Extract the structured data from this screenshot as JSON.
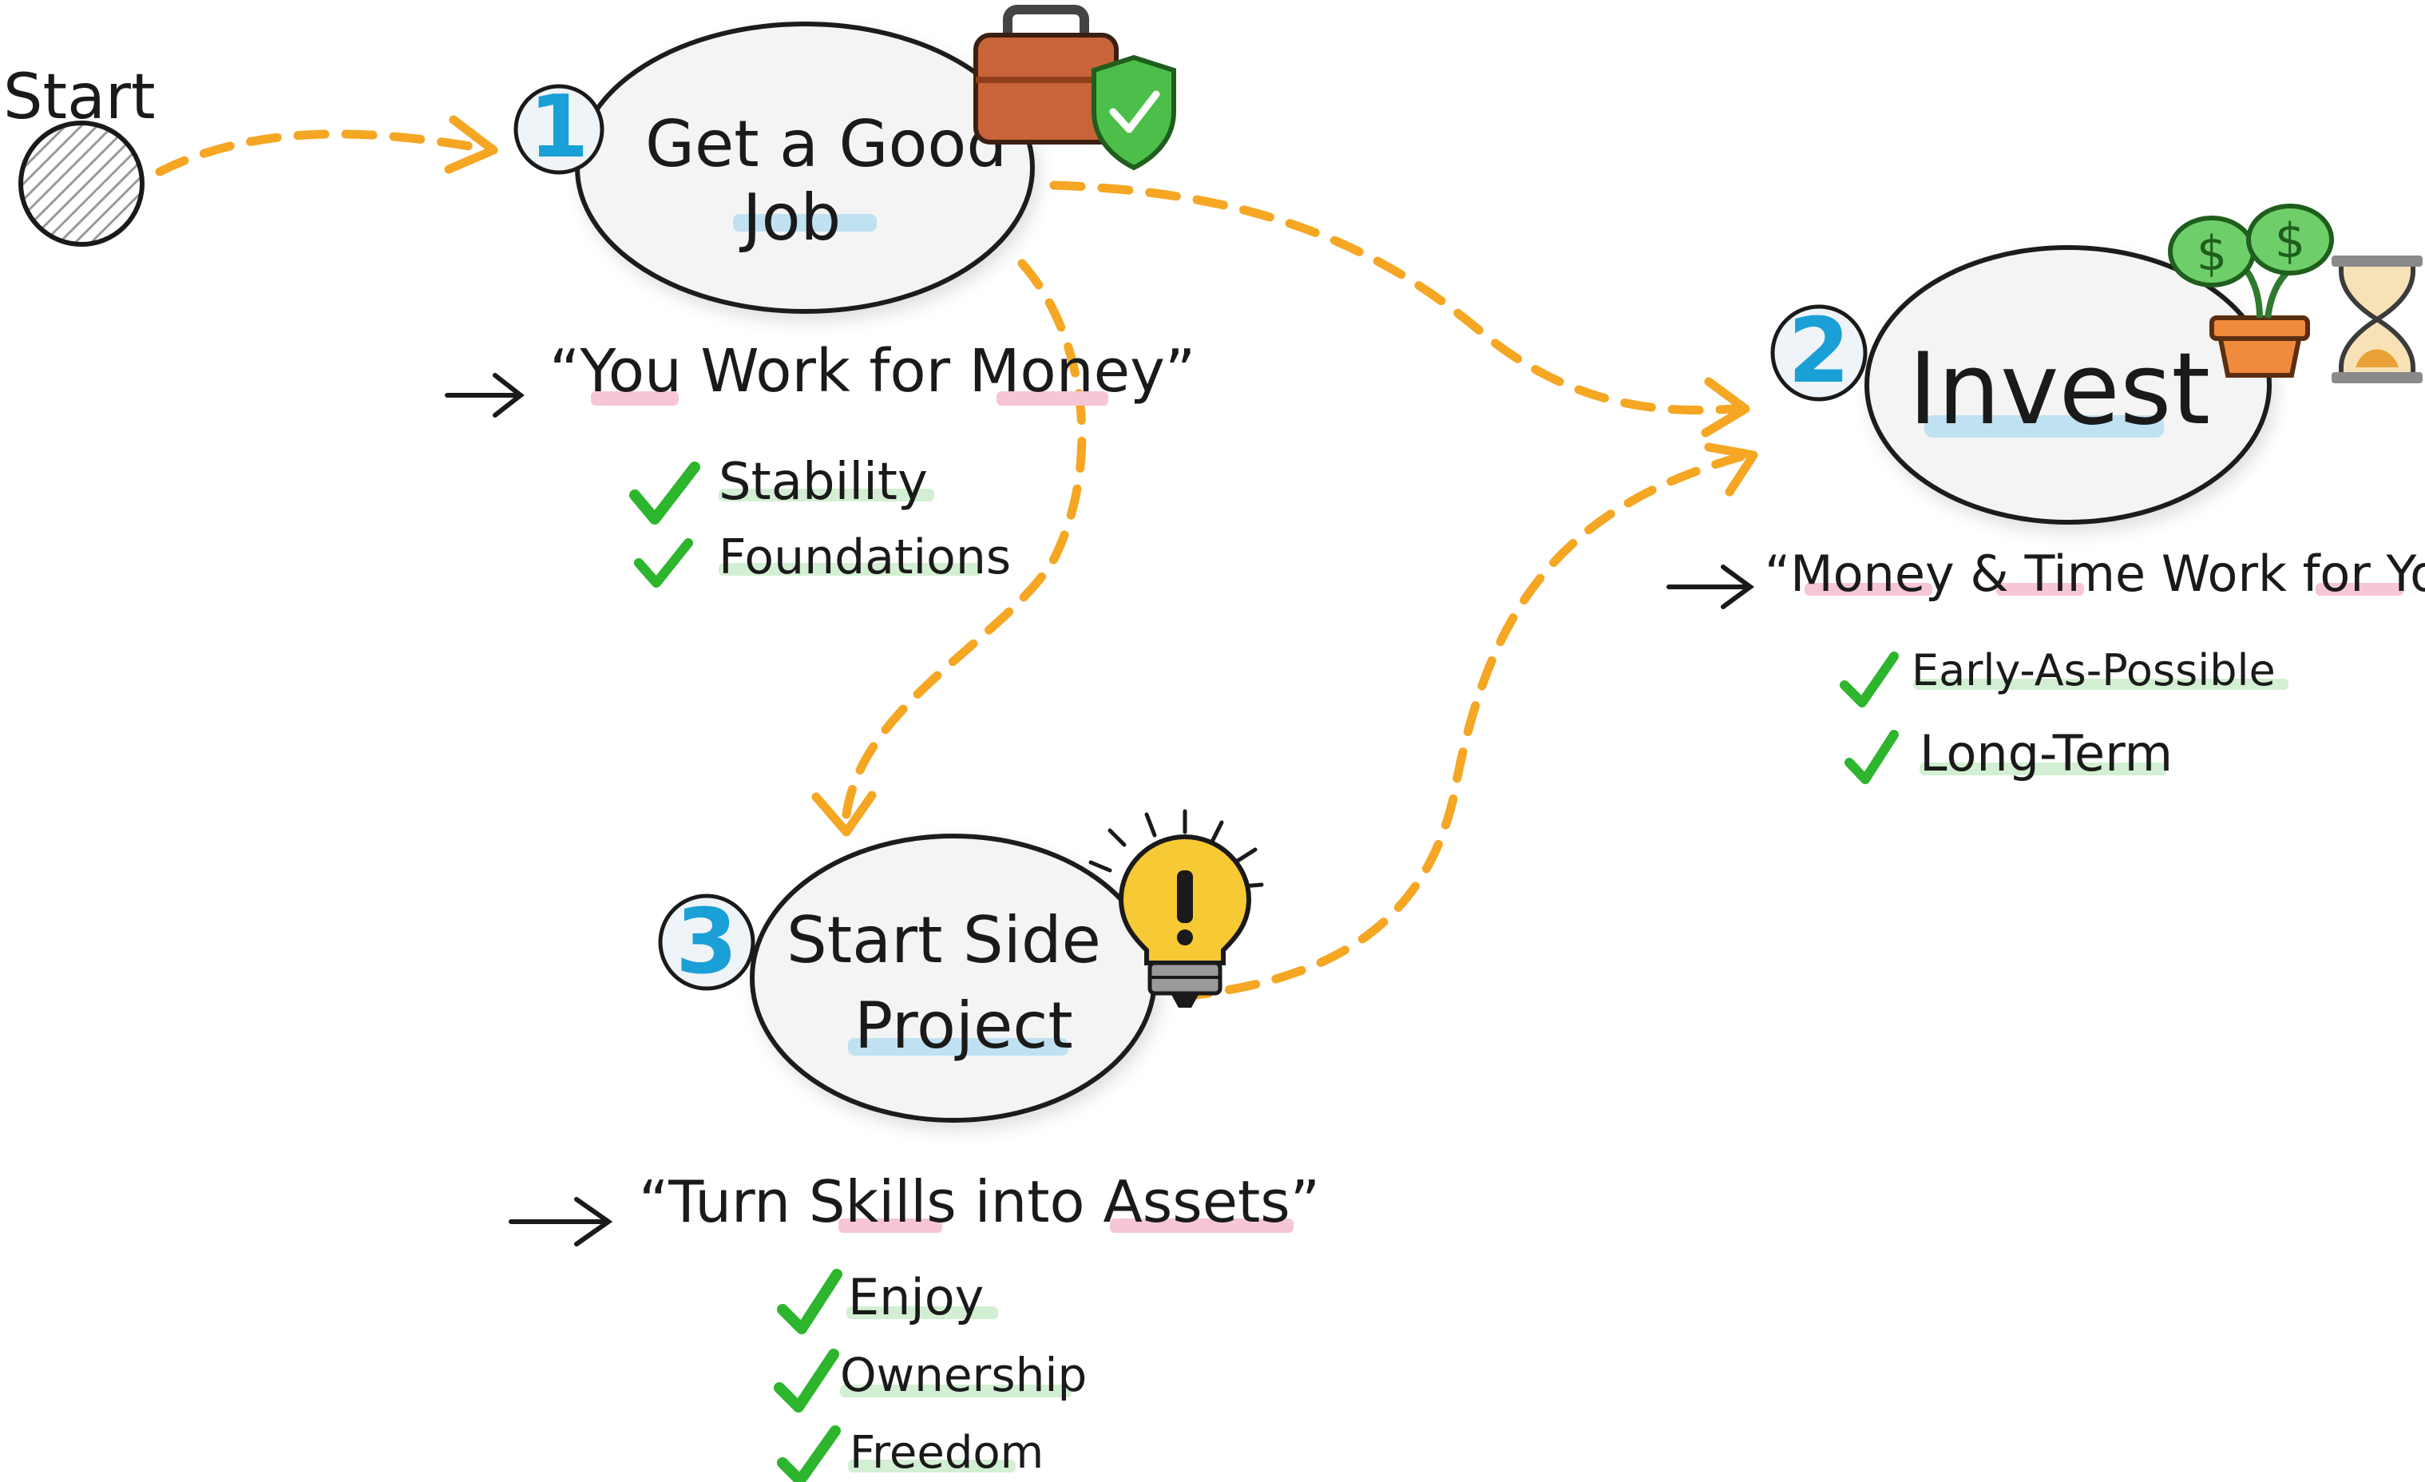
{
  "start": {
    "label": "Start"
  },
  "steps": [
    {
      "number": "1",
      "title_lines": [
        "Get a Good",
        "Job"
      ],
      "quote": "“You Work for Money”",
      "benefits": [
        "Stability",
        "Foundations"
      ],
      "icon": "briefcase-shield-icon"
    },
    {
      "number": "2",
      "title_lines": [
        "Invest"
      ],
      "quote": "“Money & Time Work for You”",
      "benefits": [
        "Early-As-Possible",
        "Long-Term"
      ],
      "icon": "money-plant-hourglass-icon"
    },
    {
      "number": "3",
      "title_lines": [
        "Start Side",
        "Project"
      ],
      "quote": "“Turn Skills into Assets”",
      "benefits": [
        "Enjoy",
        "Ownership",
        "Freedom"
      ],
      "icon": "lightbulb-icon"
    }
  ],
  "colors": {
    "arrow": "#f5a623",
    "number": "#1a9fd6",
    "check": "#2db52d",
    "highlight_pink": "#f6c6d6",
    "highlight_blue": "#bfe1f2",
    "highlight_green": "#d3efd3",
    "circle_fill": "#f4f4f4",
    "ink": "#1a1a1a"
  }
}
